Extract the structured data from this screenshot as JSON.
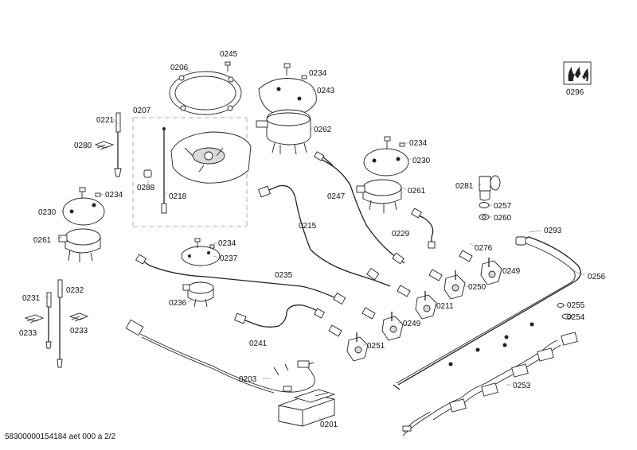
{
  "labels": {
    "l0245": "0245",
    "l0206": "0206",
    "l0234a": "0234",
    "l0243": "0243",
    "l0207": "0207",
    "l0221": "0221",
    "l0262": "0262",
    "l0280": "0280",
    "l0234b": "0234",
    "l0230a": "0230",
    "l0288": "0288",
    "l0218": "0218",
    "l0247": "0247",
    "l0261a": "0261",
    "l0281": "0281",
    "l0234c": "0234",
    "l0230b": "0230",
    "l0257": "0257",
    "l0260": "0260",
    "l0261b": "0261",
    "l0215": "0215",
    "l0229": "0229",
    "l0293": "0293",
    "l0234d": "0234",
    "l0237": "0237",
    "l0276": "0276",
    "l0249a": "0249",
    "l0256": "0256",
    "l0235": "0235",
    "l0250": "0250",
    "l0231": "0231",
    "l0232": "0232",
    "l0236": "0236",
    "l0211": "0211",
    "l0255": "0255",
    "l0254": "0254",
    "l0249b": "0249",
    "l0233a": "0233",
    "l0233b": "0233",
    "l0241": "0241",
    "l0251": "0251",
    "l0203": "0203",
    "l0253": "0253",
    "l0201": "0201",
    "l0296": "0296"
  },
  "footer": "58300000154184 aet 000 a 2/2"
}
